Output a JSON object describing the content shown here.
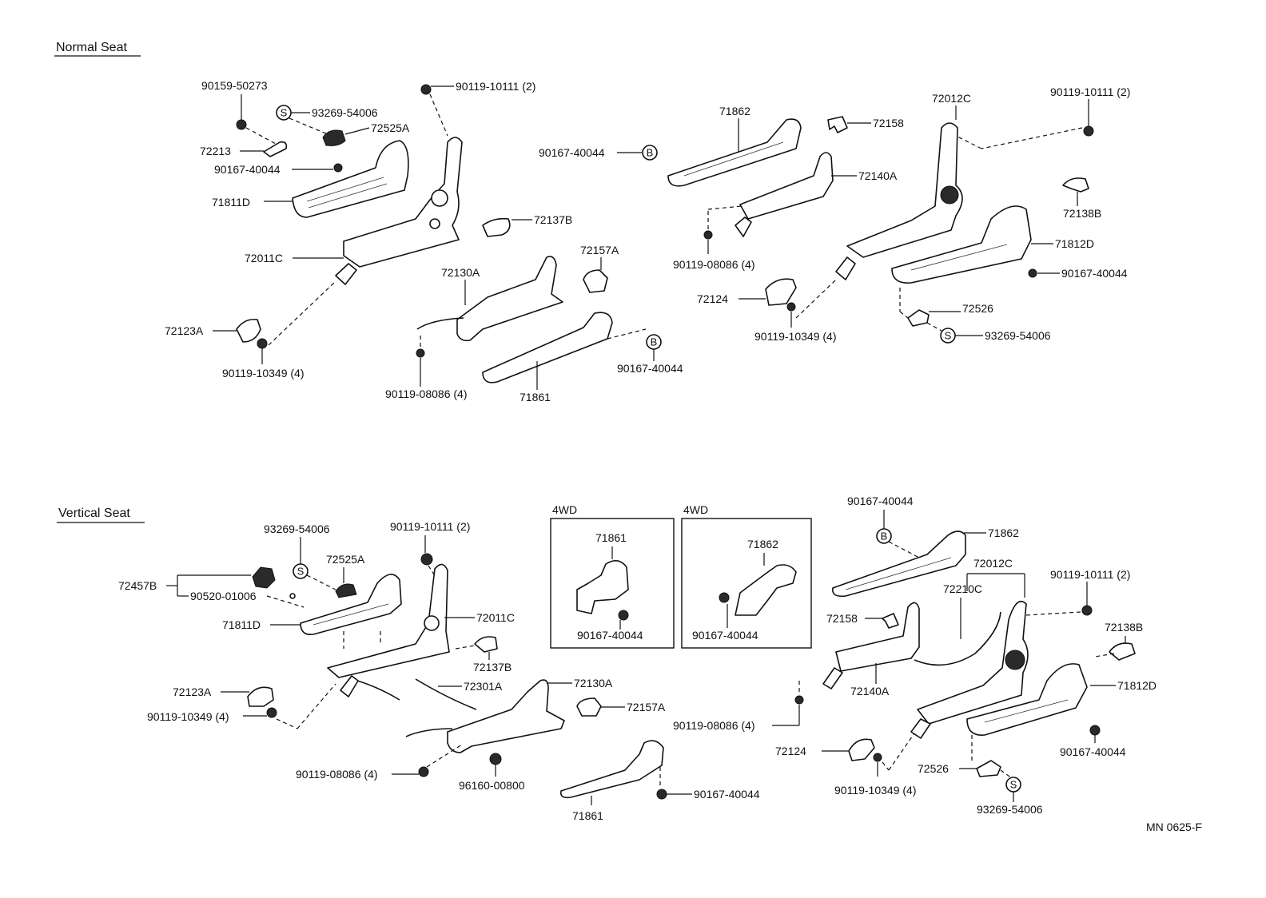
{
  "sections": {
    "normal": "Normal Seat",
    "vertical": "Vertical Seat"
  },
  "boxes": {
    "box1": "4WD",
    "box2": "4WD"
  },
  "footer_code": "MN 0625-F",
  "circle_symbols": {
    "s": "S",
    "b": "B"
  },
  "labels": {
    "n_90159_50273": "90159-50273",
    "n_93269_54006": "93269-54006",
    "n_72525A": "72525A",
    "n_72213": "72213",
    "n_90167_40044_a": "90167-40044",
    "n_71811D": "71811D",
    "n_90119_10111_a": "90119-10111 (2)",
    "n_72011C": "72011C",
    "n_72137B": "72137B",
    "n_72157A": "72157A",
    "n_72130A": "72130A",
    "n_72123A": "72123A",
    "n_90119_10349_a": "90119-10349 (4)",
    "n_90119_08086_a": "90119-08086 (4)",
    "n_71861": "71861",
    "n_90167_40044_b": "90167-40044",
    "n_71862": "71862",
    "n_90167_40044_c": "90167-40044",
    "n_72158": "72158",
    "n_72012C": "72012C",
    "n_90119_10111_b": "90119-10111 (2)",
    "n_72140A": "72140A",
    "n_72138B": "72138B",
    "n_90119_08086_b": "90119-08086 (4)",
    "n_71812D": "71812D",
    "n_90167_40044_d": "90167-40044",
    "n_72124": "72124",
    "n_72526": "72526",
    "n_90119_10349_b": "90119-10349 (4)",
    "n_93269_54006_b": "93269-54006",
    "v_93269_54006": "93269-54006",
    "v_90119_10111": "90119-10111 (2)",
    "v_72525A": "72525A",
    "v_72457B": "72457B",
    "v_90520_01006": "90520-01006",
    "v_71811D": "71811D",
    "v_72011C": "72011C",
    "v_72137B": "72137B",
    "v_72123A": "72123A",
    "v_90119_10349": "90119-10349 (4)",
    "v_72301A": "72301A",
    "v_72130A": "72130A",
    "v_72157A": "72157A",
    "v_90119_08086": "90119-08086 (4)",
    "v_96160_00800": "96160-00800",
    "v_90167_40044": "90167-40044",
    "v_71861": "71861",
    "b1_71861": "71861",
    "b1_90167_40044": "90167-40044",
    "b2_71862": "71862",
    "b2_90167_40044": "90167-40044",
    "r_90167_40044_top": "90167-40044",
    "r_71862": "71862",
    "r_72012C": "72012C",
    "r_72210C": "72210C",
    "r_90119_10111": "90119-10111 (2)",
    "r_72158": "72158",
    "r_72138B": "72138B",
    "r_72140A": "72140A",
    "r_71812D": "71812D",
    "r_90119_08086": "90119-08086 (4)",
    "r_90167_40044": "90167-40044",
    "r_72124": "72124",
    "r_72526": "72526",
    "r_90119_10349": "90119-10349 (4)",
    "r_93269_54006": "93269-54006"
  }
}
